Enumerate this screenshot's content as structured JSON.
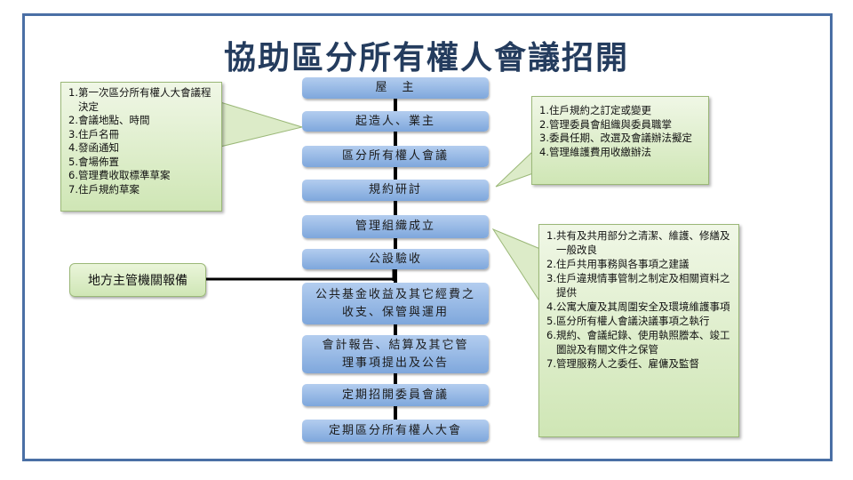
{
  "title": "協助區分所有權人會議招開",
  "steps": [
    "屋　主",
    "起造人、業主",
    "區分所有權人會議",
    "規約研討",
    "管理組織成立",
    "公設驗收",
    "公共基金收益及其它經費之收支、保管與運用",
    "會計報告、結算及其它管理事項提出及公告",
    "定期招開委員會議",
    "定期區分所有權人大會"
  ],
  "local_authority": "地方主管機關報備",
  "note_left": [
    "1.第一次區分所有權人大會議程決定",
    "2.會議地點、時間",
    "3.住戶名冊",
    "4.發函通知",
    "5.會場佈置",
    "6.管理費收取標準草案",
    "7.住戶規約草案"
  ],
  "note_right_top": [
    "1.住戶規約之訂定或變更",
    "2.管理委員會組織與委員職掌",
    "3.委員任期、改選及會議辦法擬定",
    "4.管理維護費用收繳辦法"
  ],
  "note_right_bottom": [
    "1.共有及共用部分之清潔、維護、修繕及一般改良",
    "2.住戶共用事務與各事項之建議",
    "3.住戶違規情事管制之制定及相關資料之提供",
    "4.公寓大廈及其周圍安全及環境維護事項",
    "5.區分所有權人會議決議事項之執行",
    "6.規約、會議紀錄、使用執照謄本、竣工圖說及有關文件之保管",
    "7.管理服務人之委任、雇傭及監督"
  ]
}
